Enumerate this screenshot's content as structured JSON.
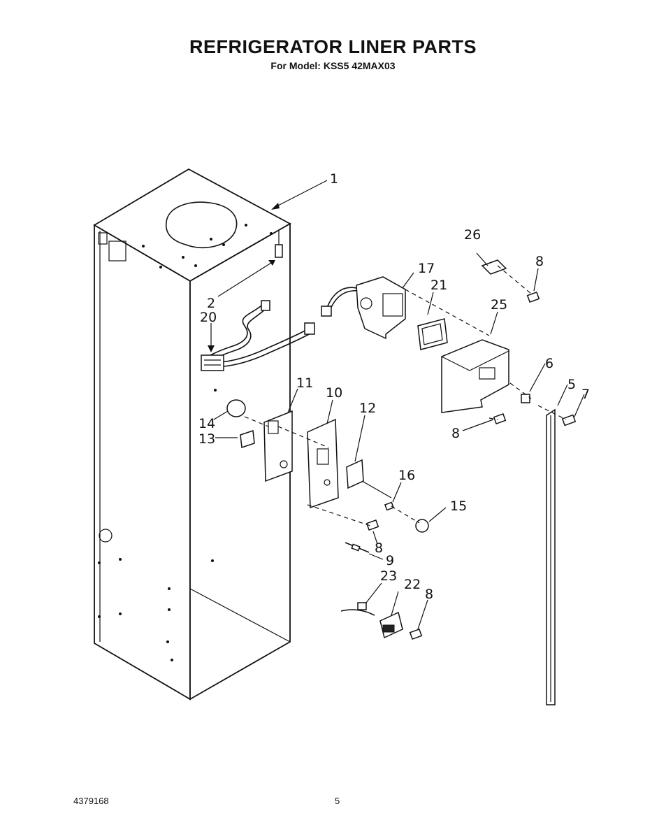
{
  "header": {
    "title": "REFRIGERATOR LINER PARTS",
    "model_line": "For Model: KSS5 42MAX03"
  },
  "footer": {
    "part_number": "4379168",
    "page_number": "5"
  },
  "callouts": [
    "1",
    "2",
    "20",
    "17",
    "26",
    "8",
    "21",
    "25",
    "11",
    "10",
    "12",
    "14",
    "13",
    "6",
    "5",
    "7",
    "8",
    "16",
    "15",
    "8",
    "9",
    "23",
    "22",
    "8"
  ]
}
